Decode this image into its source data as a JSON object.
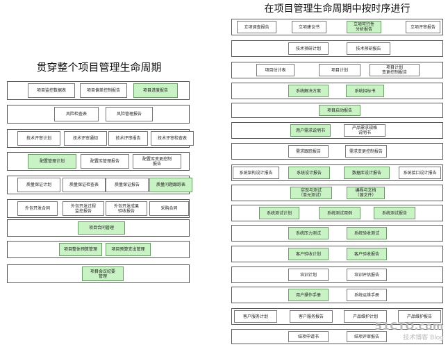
{
  "left": {
    "title": "贯穿整个项目管理生命周期",
    "rows": [
      [
        {
          "label": "项目监控数据表",
          "hl": false
        },
        {
          "label": "项目偏差控制报告",
          "hl": false
        },
        {
          "label": "项目进度报告",
          "hl": true
        }
      ],
      [
        {
          "label": "风险检查表",
          "hl": false
        },
        {
          "label": "风险管理报告",
          "hl": false
        }
      ],
      [
        {
          "label": "技术评审计划",
          "hl": false
        },
        {
          "label": "技术评审通知",
          "hl": false
        },
        {
          "label": "技术评审报告",
          "hl": false
        },
        {
          "label": "技术评审检查表",
          "hl": false
        }
      ],
      [
        {
          "label": "配置管理计划",
          "hl": true
        },
        {
          "label": "配置库管理报告",
          "hl": false
        },
        {
          "label": "配置库变更控制\n报告",
          "hl": false
        }
      ],
      [
        {
          "label": "质量保证计划",
          "hl": false
        },
        {
          "label": "质量保证检查表",
          "hl": false
        },
        {
          "label": "质量保证报告",
          "hl": false
        },
        {
          "label": "质量问题跟踪表",
          "hl": true
        }
      ],
      [
        {
          "label": "外包开发合同",
          "hl": false
        },
        {
          "label": "外包开发过程\n监控报告",
          "hl": false
        },
        {
          "label": "外包开发成果\n验收报告",
          "hl": false
        },
        {
          "label": "采购合同",
          "hl": false
        }
      ],
      [
        {
          "label": "项目合同管理",
          "hl": true
        }
      ],
      [
        {
          "label": "项目整体预算管理",
          "hl": true
        },
        {
          "label": "项目预算支出管理",
          "hl": true
        }
      ],
      [
        {
          "label": "项目会议纪要\n管理",
          "hl": true
        }
      ]
    ]
  },
  "right": {
    "title": "在项目管理生命周期中按时序进行",
    "rows": [
      [
        {
          "label": "立项调查报告",
          "hl": false
        },
        {
          "label": "立项建议书",
          "hl": false
        },
        {
          "label": "立项可行性\n分析报告",
          "hl": true
        },
        {
          "label": "立项评审报告",
          "hl": false
        }
      ],
      [
        {
          "label": "技术预研计划",
          "hl": false
        },
        {
          "label": "技术预研报告",
          "hl": false
        }
      ],
      [
        {
          "label": "项目估计表",
          "hl": false
        },
        {
          "label": "项目计划",
          "hl": false
        },
        {
          "label": "项目计划\n变更控制报告",
          "hl": false
        }
      ],
      [
        {
          "label": "系统解决方案",
          "hl": true
        },
        {
          "label": "系统招标书",
          "hl": true
        }
      ],
      [
        {
          "label": "项目启动报告",
          "hl": true
        }
      ],
      [
        {
          "label": "用户需求说明书",
          "hl": true
        },
        {
          "label": "产品需求规格\n说明书",
          "hl": false
        }
      ],
      [
        {
          "label": "需求跟踪报告",
          "hl": false
        },
        {
          "label": "需求变更控制报告",
          "hl": false
        }
      ],
      [
        {
          "label": "系统架构设计报告",
          "hl": false
        },
        {
          "label": "系统设计报告",
          "hl": true
        },
        {
          "label": "数据库设计报告",
          "hl": true
        },
        {
          "label": "系统接口设计报告",
          "hl": false
        }
      ],
      [
        {
          "label": "实现与测试\n（单元测试）",
          "hl": true
        },
        {
          "label": "编程与文档\n（源文件）",
          "hl": true
        }
      ],
      [
        {
          "label": "系统测试计划",
          "hl": true
        },
        {
          "label": "系统测试用例",
          "hl": true
        },
        {
          "label": "系统测试报告",
          "hl": true
        }
      ],
      [
        {
          "label": "系统压力测试",
          "hl": true
        },
        {
          "label": "系统验收测试",
          "hl": true
        }
      ],
      [
        {
          "label": "客户验收计划",
          "hl": true
        },
        {
          "label": "客户验收报告",
          "hl": true
        }
      ],
      [
        {
          "label": "培训计划",
          "hl": false
        },
        {
          "label": "培训评估报告",
          "hl": false
        }
      ],
      [
        {
          "label": "用户操作手册",
          "hl": true
        },
        {
          "label": "系统运维手册",
          "hl": false
        }
      ],
      [
        {
          "label": "客户服务计划",
          "hl": false
        },
        {
          "label": "客户服务报告",
          "hl": false
        },
        {
          "label": "产品维护计划",
          "hl": false
        },
        {
          "label": "产品维护报告",
          "hl": false
        }
      ],
      [
        {
          "label": "结项申请书",
          "hl": false
        },
        {
          "label": "结项评审报告",
          "hl": false
        }
      ]
    ]
  },
  "watermark": {
    "domain": "51CTO.com",
    "tag": "技术博客  Blog"
  }
}
